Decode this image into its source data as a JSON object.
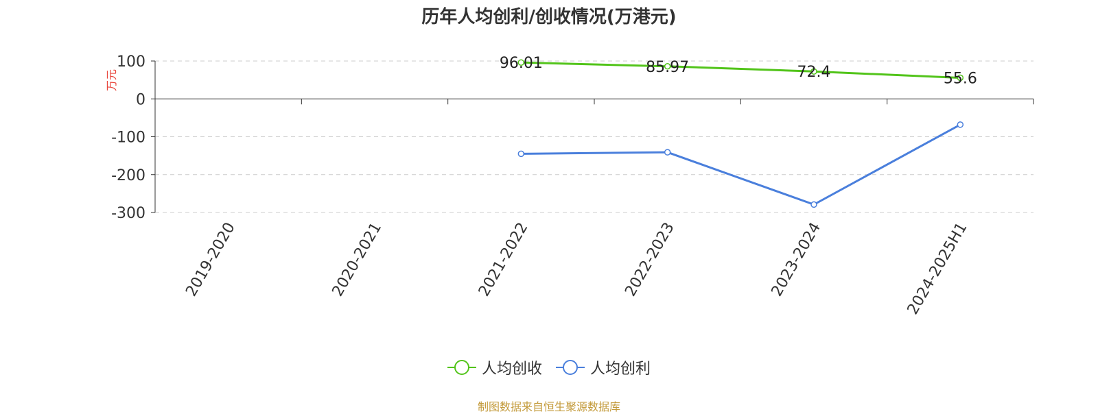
{
  "title": "历年人均创利/创收情况(万港元)",
  "source": "制图数据来自恒生聚源数据库",
  "chart_data": {
    "type": "line",
    "title": "历年人均创利/创收情况(万港元)",
    "ylabel": "万元",
    "categories": [
      "2019-2020",
      "2020-2021",
      "2021-2022",
      "2022-2023",
      "2023-2024",
      "2024-2025H1"
    ],
    "ylim": [
      -300,
      100
    ],
    "yticks": [
      100,
      0,
      -100,
      -200,
      -300
    ],
    "grid": true,
    "legend_position": "bottom",
    "series": [
      {
        "name": "人均创收",
        "color": "#52c41a",
        "values": [
          null,
          null,
          96.01,
          85.97,
          72.4,
          55.6
        ],
        "labels": [
          "",
          "",
          "96.01",
          "85.97",
          "72.4",
          "55.6"
        ]
      },
      {
        "name": "人均创利",
        "color": "#4a7fdc",
        "values": [
          null,
          null,
          -145,
          -141,
          -279,
          -68
        ]
      }
    ]
  }
}
